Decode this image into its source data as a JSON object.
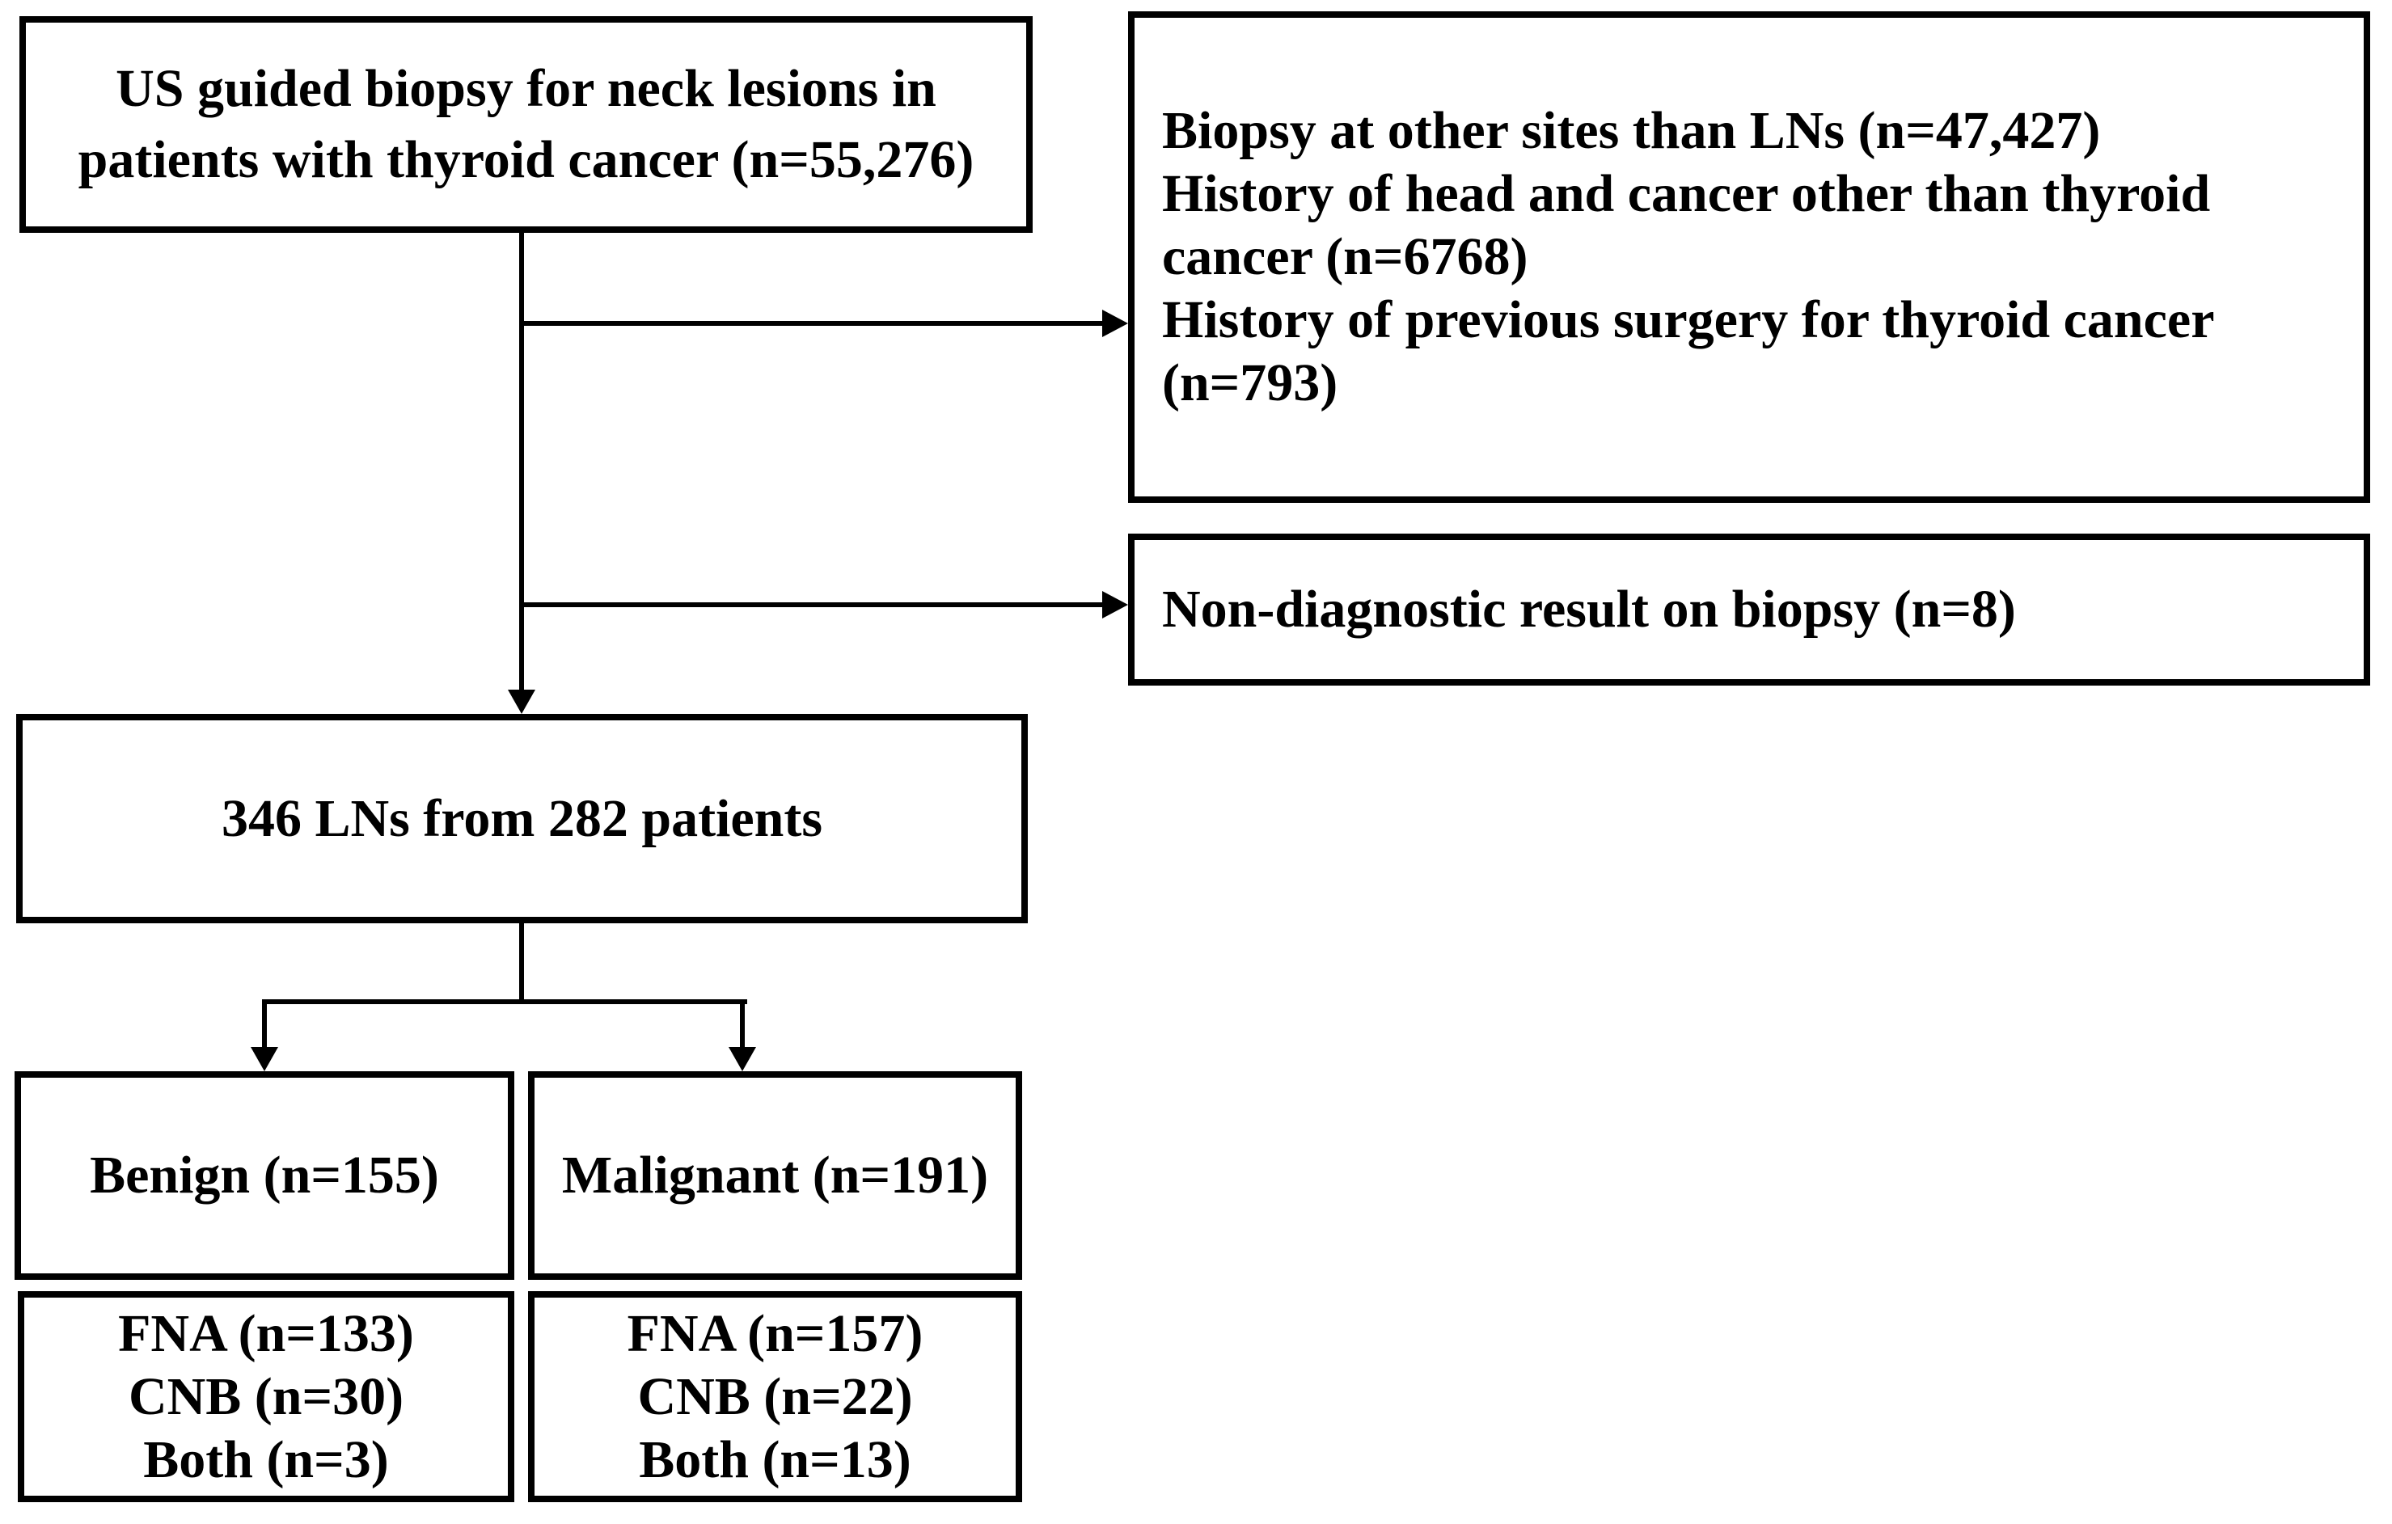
{
  "figure": {
    "background_color": "#ffffff",
    "line_color": "#000000",
    "boxes": {
      "source": {
        "lines": [
          "US guided biopsy for neck lesions in",
          "patients with thyroid cancer (n=55,276)"
        ]
      },
      "exclusion": {
        "lines": [
          "Biopsy at other sites than LNs (n=47,427)",
          "History of head and cancer other than thyroid",
          "cancer (n=6768)",
          "History of previous surgery for thyroid cancer",
          "(n=793)"
        ]
      },
      "nondiagnostic": {
        "lines": [
          "Non-diagnostic result on biopsy (n=8)"
        ]
      },
      "cohort": {
        "lines": [
          "346 LNs from 282 patients"
        ]
      },
      "benign": {
        "lines": [
          "Benign (n=155)"
        ]
      },
      "malignant": {
        "lines": [
          "Malignant (n=191)"
        ]
      },
      "benign_methods": {
        "lines": [
          "FNA (n=133)",
          "CNB (n=30)",
          "Both (n=3)"
        ]
      },
      "malignant_methods": {
        "lines": [
          "FNA (n=157)",
          "CNB (n=22)",
          "Both (n=13)"
        ]
      }
    }
  }
}
